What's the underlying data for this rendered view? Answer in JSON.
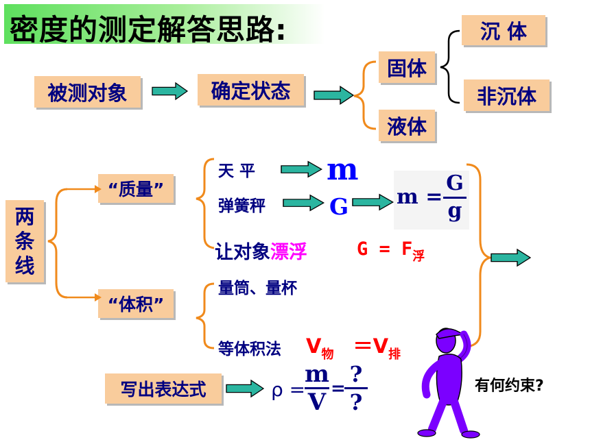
{
  "title": "密度的测定解答思路:",
  "row1": {
    "object": "被测对象",
    "state": "确定状态",
    "solid": "固体",
    "liquid": "液体",
    "sink": "沉 体",
    "nonsink": "非沉体"
  },
  "two_lines": {
    "label_chars": [
      "两",
      "条",
      "线"
    ],
    "mass": "“质量”",
    "volume": "“体积”"
  },
  "mass_methods": {
    "balance": "天 平",
    "m": "m",
    "spring_scale": "弹簧秤",
    "G": "G",
    "formula_m": "m =",
    "formula_num": "G",
    "formula_den": "g",
    "float_prefix": "让对象",
    "float_word": "漂浮",
    "float_eq": "G = F",
    "float_sub": "浮"
  },
  "volume_methods": {
    "cylinder": "量筒、量杯",
    "equal_volume": "等体积法",
    "v_obj": "V",
    "v_obj_sub": "物",
    "eq": "＝V",
    "v_disp_sub": "排"
  },
  "expression": {
    "box": "写出表达式",
    "rho": "ρ =",
    "m": "m",
    "V": "V",
    "eq": "=",
    "q_top": "?",
    "q_bottom": "?"
  },
  "question": "有何约束?",
  "colors": {
    "box_fill": "#f9cc9c",
    "arrow_fill": "#2bb5a0",
    "brace": "#f08a1c",
    "navy": "#000080",
    "red": "#ff0000",
    "magenta": "#ff00ff",
    "figure": "#7b00ff"
  }
}
